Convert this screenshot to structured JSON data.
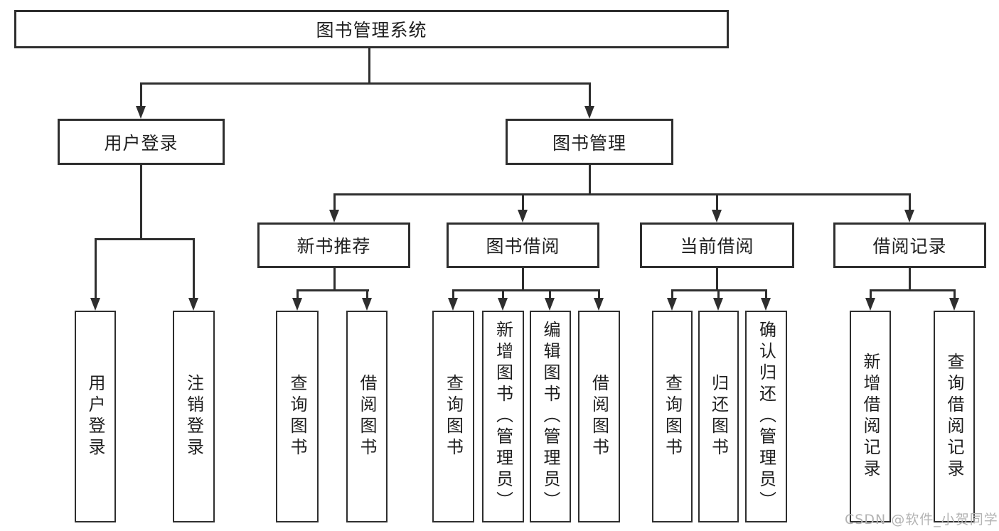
{
  "diagram_type": "tree",
  "colors": {
    "background": "#ffffff",
    "line": "#2e2e2e",
    "box_border": "#2e2e2e",
    "text": "#1f1f1f",
    "watermark": "#b3b3b3"
  },
  "tree": {
    "root": {
      "label": "图书管理系统"
    },
    "branches": [
      {
        "label": "用户登录",
        "children": [
          {
            "label": "用户登录"
          },
          {
            "label": "注销登录"
          }
        ]
      },
      {
        "label": "图书管理",
        "sections": [
          {
            "label": "新书推荐",
            "children": [
              {
                "label": "查询图书"
              },
              {
                "label": "借阅图书"
              }
            ]
          },
          {
            "label": "图书借阅",
            "children": [
              {
                "label": "查询图书"
              },
              {
                "label": "新增图书（管理员）"
              },
              {
                "label": "编辑图书（管理员）"
              },
              {
                "label": "借阅图书"
              }
            ]
          },
          {
            "label": "当前借阅",
            "children": [
              {
                "label": "查询图书"
              },
              {
                "label": "归还图书"
              },
              {
                "label": "确认归还（管理员）"
              }
            ]
          },
          {
            "label": "借阅记录",
            "children": [
              {
                "label": "新增借阅记录"
              },
              {
                "label": "查询借阅记录"
              }
            ]
          }
        ]
      }
    ]
  },
  "watermark": {
    "text": "CSDN @软件_小贺同学"
  }
}
